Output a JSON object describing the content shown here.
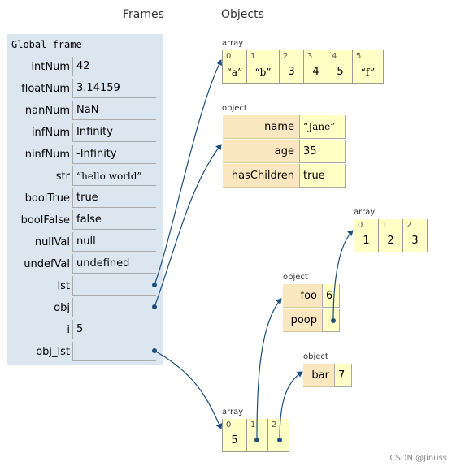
{
  "headers": {
    "frames": "Frames",
    "objects": "Objects"
  },
  "frame": {
    "title": "Global frame",
    "vars": [
      {
        "name": "intNum",
        "value": "42"
      },
      {
        "name": "floatNum",
        "value": "3.14159"
      },
      {
        "name": "nanNum",
        "value": "NaN"
      },
      {
        "name": "infNum",
        "value": "Infinity"
      },
      {
        "name": "ninfNum",
        "value": "-Infinity"
      },
      {
        "name": "str",
        "value": "“hello  world”"
      },
      {
        "name": "boolTrue",
        "value": "true"
      },
      {
        "name": "boolFalse",
        "value": "false"
      },
      {
        "name": "nullVal",
        "value": "null"
      },
      {
        "name": "undefVal",
        "value": "undefined"
      },
      {
        "name": "lst",
        "value": ""
      },
      {
        "name": "obj",
        "value": ""
      },
      {
        "name": "i",
        "value": "5"
      },
      {
        "name": "obj_lst",
        "value": ""
      }
    ]
  },
  "objects": {
    "lst_array": {
      "type": "array",
      "indices": [
        "0",
        "1",
        "2",
        "3",
        "4",
        "5"
      ],
      "values": [
        "“a”",
        "“b”",
        "3",
        "4",
        "5",
        "“f”"
      ]
    },
    "obj_object": {
      "type": "object",
      "rows": [
        {
          "key": "name",
          "value": "“Jane”"
        },
        {
          "key": "age",
          "value": "35"
        },
        {
          "key": "hasChildren",
          "value": "true"
        }
      ]
    },
    "inner_array": {
      "type": "array",
      "indices": [
        "0",
        "1",
        "2"
      ],
      "values": [
        "1",
        "2",
        "3"
      ]
    },
    "foo_object": {
      "type": "object",
      "rows": [
        {
          "key": "foo",
          "value": "6"
        },
        {
          "key": "poop",
          "value": ""
        }
      ]
    },
    "bar_object": {
      "type": "object",
      "rows": [
        {
          "key": "bar",
          "value": "7"
        }
      ]
    },
    "obj_lst_array": {
      "type": "array",
      "indices": [
        "0",
        "1",
        "2"
      ],
      "values": [
        "5",
        "",
        ""
      ]
    }
  },
  "watermark": "CSDN @Jinuss",
  "colors": {
    "frame_bg": "#dce6f1",
    "array_bg": "#ffffc6",
    "key_bg": "#fae7bf",
    "arrow": "#1b4f7a"
  }
}
